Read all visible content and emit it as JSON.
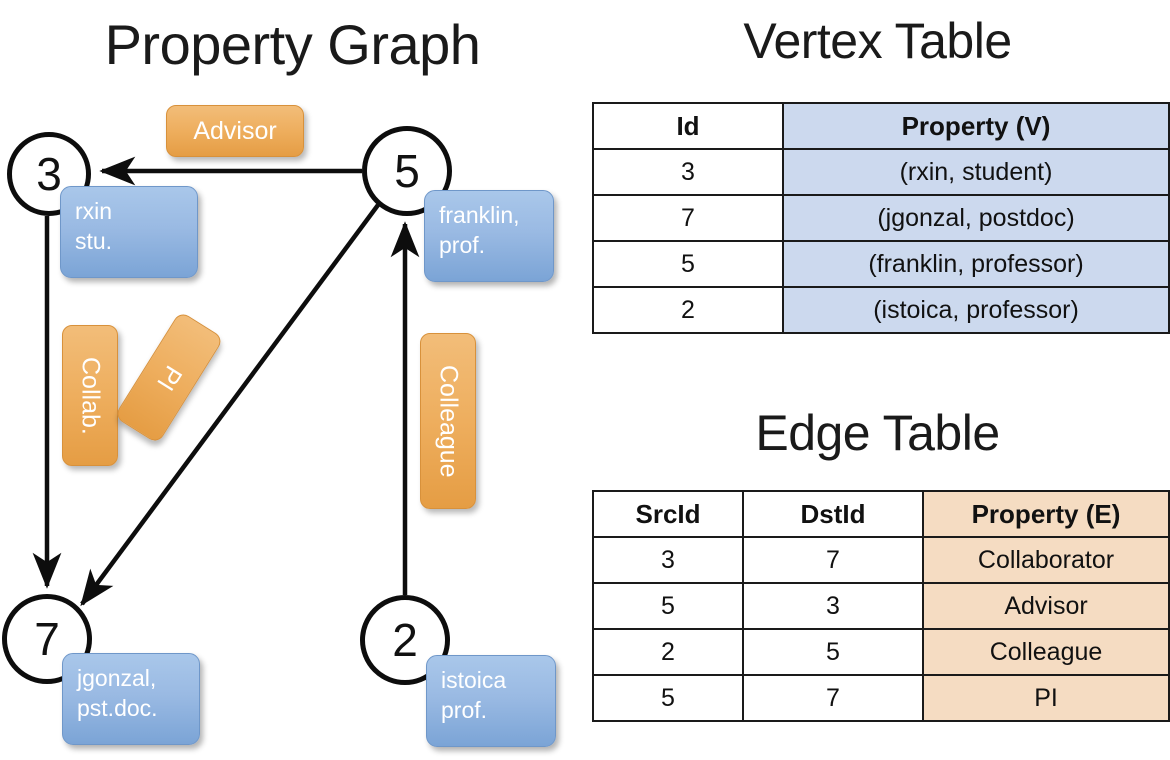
{
  "titles": {
    "property_graph": "Property Graph",
    "vertex_table": "Vertex Table",
    "edge_table": "Edge Table"
  },
  "graph": {
    "nodes": [
      {
        "id": "3",
        "label": "3",
        "property_line1": "rxin",
        "property_line2": "stu."
      },
      {
        "id": "5",
        "label": "5",
        "property_line1": "franklin,",
        "property_line2": "prof."
      },
      {
        "id": "7",
        "label": "7",
        "property_line1": "jgonzal,",
        "property_line2": "pst.doc."
      },
      {
        "id": "2",
        "label": "2",
        "property_line1": "istoica",
        "property_line2": "prof."
      }
    ],
    "edge_labels": {
      "advisor": "Advisor",
      "collab": "Collab.",
      "pi": "PI",
      "colleague": "Colleague"
    },
    "edges": [
      {
        "from": "5",
        "to": "3",
        "label": "Advisor"
      },
      {
        "from": "3",
        "to": "7",
        "label": "Collab."
      },
      {
        "from": "5",
        "to": "7",
        "label": "PI"
      },
      {
        "from": "2",
        "to": "5",
        "label": "Colleague"
      }
    ]
  },
  "vertex_table": {
    "headers": [
      "Id",
      "Property (V)"
    ],
    "rows": [
      {
        "id": "3",
        "property": "(rxin, student)"
      },
      {
        "id": "7",
        "property": "(jgonzal, postdoc)"
      },
      {
        "id": "5",
        "property": "(franklin, professor)"
      },
      {
        "id": "2",
        "property": "(istoica, professor)"
      }
    ]
  },
  "edge_table": {
    "headers": [
      "SrcId",
      "DstId",
      "Property (E)"
    ],
    "rows": [
      {
        "src": "3",
        "dst": "7",
        "property": "Collaborator"
      },
      {
        "src": "5",
        "dst": "3",
        "property": "Advisor"
      },
      {
        "src": "2",
        "dst": "5",
        "property": "Colleague"
      },
      {
        "src": "5",
        "dst": "7",
        "property": "PI"
      }
    ]
  },
  "colors": {
    "vertex_property_fill": "#ccd9ee",
    "edge_property_fill": "#f5dcc2",
    "node_callout_blue": "#9abae3",
    "edge_label_orange": "#eeae5e",
    "stroke": "#1a1a1a",
    "background": "#ffffff"
  }
}
